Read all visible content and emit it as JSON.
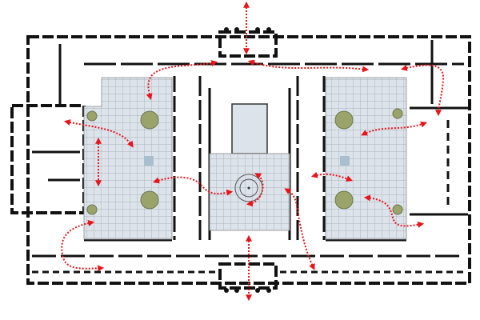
{
  "diagram": {
    "kind": "floor-plan-circulation",
    "colors": {
      "wall": "#111111",
      "courtyard_fill": "#dde3ea",
      "grid_line": "#9aa3ad",
      "circulation_arrow": "#e8141a",
      "tree": "#9aa46a",
      "pool": "#a9bfd0"
    },
    "courtyards": [
      "left-courtyard",
      "central-hall",
      "right-courtyard"
    ],
    "circulation_arrow_count": 14
  }
}
